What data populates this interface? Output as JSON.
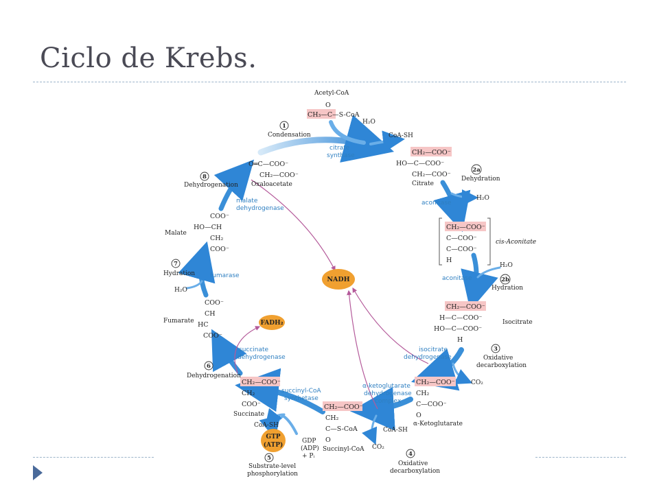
{
  "slide": {
    "title": "Ciclo de Krebs."
  },
  "colors": {
    "arrow": "#3a8fd8",
    "enzyme_text": "#2e7fc1",
    "highlight": "#f6c6c6",
    "cofactor": "#f0a030",
    "link_line": "#b45a9a"
  },
  "molecules": {
    "acetyl_coa": {
      "name": "Acetyl-CoA",
      "l1": "O",
      "l2": "CH₃—C—S-CoA"
    },
    "citrate": {
      "name": "Citrate",
      "l1": "CH₂—COO⁻",
      "l2": "HO—C—COO⁻",
      "l3": "CH₂—COO⁻"
    },
    "cis_aconitate": {
      "name": "cis-Aconitate",
      "l1": "CH₂—COO⁻",
      "l2": "C—COO⁻",
      "l3": "C—COO⁻",
      "l4": "H"
    },
    "isocitrate": {
      "name": "Isocitrate",
      "l1": "CH₂—COO⁻",
      "l2": "H—C—COO⁻",
      "l3": "HO—C—COO⁻",
      "l4": "H"
    },
    "alpha_kg": {
      "name": "α-Ketoglutarate",
      "l1": "CH₂—COO⁻",
      "l2": "CH₂",
      "l3": "C—COO⁻",
      "l4": "O"
    },
    "succinyl_coa": {
      "name": "Succinyl-CoA",
      "l1": "CH₂—COO⁻",
      "l2": "CH₂",
      "l3": "C—S-CoA",
      "l4": "O"
    },
    "succinate": {
      "name": "Succinate",
      "l1": "CH₂—COO⁻",
      "l2": "CH₂",
      "l3": "COO⁻"
    },
    "fumarate": {
      "name": "Fumarate",
      "l1": "COO⁻",
      "l2": "CH",
      "l3": "HC",
      "l4": "COO⁻"
    },
    "malate": {
      "name": "Malate",
      "l1": "COO⁻",
      "l2": "HO—CH",
      "l3": "CH₂",
      "l4": "COO⁻"
    },
    "oxaloacetate": {
      "name": "Oxaloacetate",
      "l1": "O═C—COO⁻",
      "l2": "CH₂—COO⁻"
    }
  },
  "enzymes": {
    "citrate_synthase": {
      "l1": "citrate",
      "l2": "synthase"
    },
    "aconitase_1": "aconitase",
    "aconitase_2": "aconitase",
    "isocitrate_dh": {
      "l1": "isocitrate",
      "l2": "dehydrogenase"
    },
    "akg_dh": {
      "l1": "α-ketoglutarate",
      "l2": "dehydrogenase",
      "l3": "complex"
    },
    "succinyl_coa_synthetase": {
      "l1": "succinyl-CoA",
      "l2": "synthetase"
    },
    "succinate_dh": {
      "l1": "succinate",
      "l2": "dehydrogenase"
    },
    "fumarase": "fumarase",
    "malate_dh": {
      "l1": "malate",
      "l2": "dehydrogenase"
    }
  },
  "steps": {
    "s1": {
      "num": "1",
      "name": "Condensation"
    },
    "s2a": {
      "num": "2a",
      "name": "Dehydration"
    },
    "s2b": {
      "num": "2b",
      "name": "Hydration"
    },
    "s3": {
      "num": "3",
      "l1": "Oxidative",
      "l2": "decarboxylation"
    },
    "s4": {
      "num": "4",
      "l1": "Oxidative",
      "l2": "decarboxylation"
    },
    "s5": {
      "num": "5",
      "l1": "Substrate-level",
      "l2": "phosphorylation"
    },
    "s6": {
      "num": "6",
      "name": "Dehydrogenation"
    },
    "s7": {
      "num": "7",
      "name": "Hydration"
    },
    "s8": {
      "num": "8",
      "name": "Dehydrogenation"
    }
  },
  "side_products": {
    "h2o_1": "H₂O",
    "coash_1": "CoA-SH",
    "h2o_2": "H₂O",
    "h2o_3": "H₂O",
    "co2_1": "CO₂",
    "coash_2": "CoA-SH",
    "co2_2": "CO₂",
    "coash_3": "CoA-SH",
    "gdp_1": "GDP",
    "gdp_2": "(ADP)",
    "gdp_3": "+ Pᵢ",
    "h2o_4": "H₂O"
  },
  "cofactors": {
    "nadh": "NADH",
    "fadh2": "FADH₂",
    "gtp_1": "GTP",
    "gtp_2": "(ATP)"
  }
}
